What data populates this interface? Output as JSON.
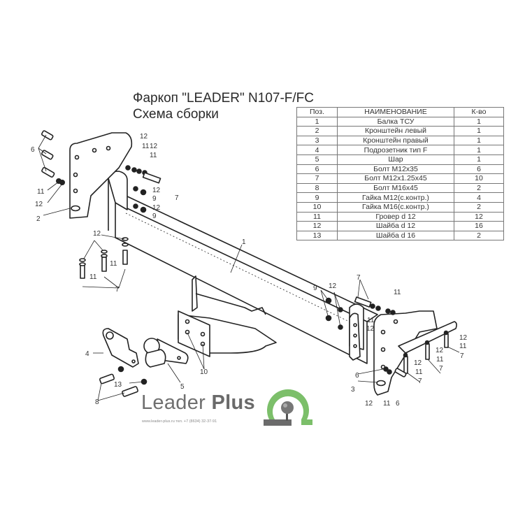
{
  "header": {
    "title": "Фаркоп \"LEADER\" N107-F/FC",
    "subtitle": "Схема сборки"
  },
  "parts_table": {
    "columns": [
      "Поз.",
      "НАИМЕНОВАНИЕ",
      "К-во"
    ],
    "rows": [
      {
        "pos": "1",
        "name": "Балка ТСУ",
        "qty": "1"
      },
      {
        "pos": "2",
        "name": "Кронштейн левый",
        "qty": "1"
      },
      {
        "pos": "3",
        "name": "Кронштейн правый",
        "qty": "1"
      },
      {
        "pos": "4",
        "name": "Подрозетник тип F",
        "qty": "1"
      },
      {
        "pos": "5",
        "name": "Шар",
        "qty": "1"
      },
      {
        "pos": "6",
        "name": "Болт М12х35",
        "qty": "6"
      },
      {
        "pos": "7",
        "name": "Болт М12х1.25х45",
        "qty": "10"
      },
      {
        "pos": "8",
        "name": "Болт М16х45",
        "qty": "2"
      },
      {
        "pos": "9",
        "name": "Гайка М12(с.контр.)",
        "qty": "4"
      },
      {
        "pos": "10",
        "name": "Гайка  М16(с.контр.)",
        "qty": "2"
      },
      {
        "pos": "11",
        "name": "Гровер d 12",
        "qty": "12"
      },
      {
        "pos": "12",
        "name": "Шайба d 12",
        "qty": "16"
      },
      {
        "pos": "13",
        "name": "Шайба d 16",
        "qty": "2"
      }
    ]
  },
  "diagram_labels": {
    "beam": "1",
    "left_bracket": "2",
    "right_bracket": "3",
    "socket_plate": "4",
    "ball": "5",
    "bolt_m12x35": "6",
    "bolt_m12x125x45": "7",
    "bolt_m16x45": "8",
    "nut_m12": "9",
    "nut_m16": "10",
    "grover_12": "11",
    "washer_12": "12",
    "washer_16": "13"
  },
  "brand": {
    "name_light": "Leader ",
    "name_bold": "Plus",
    "contacts": "www.leader-plus.ru   тел. +7 (8634) 32-37-91",
    "logo_green": "#7cbf6a",
    "logo_gray": "#6b6b6b"
  }
}
